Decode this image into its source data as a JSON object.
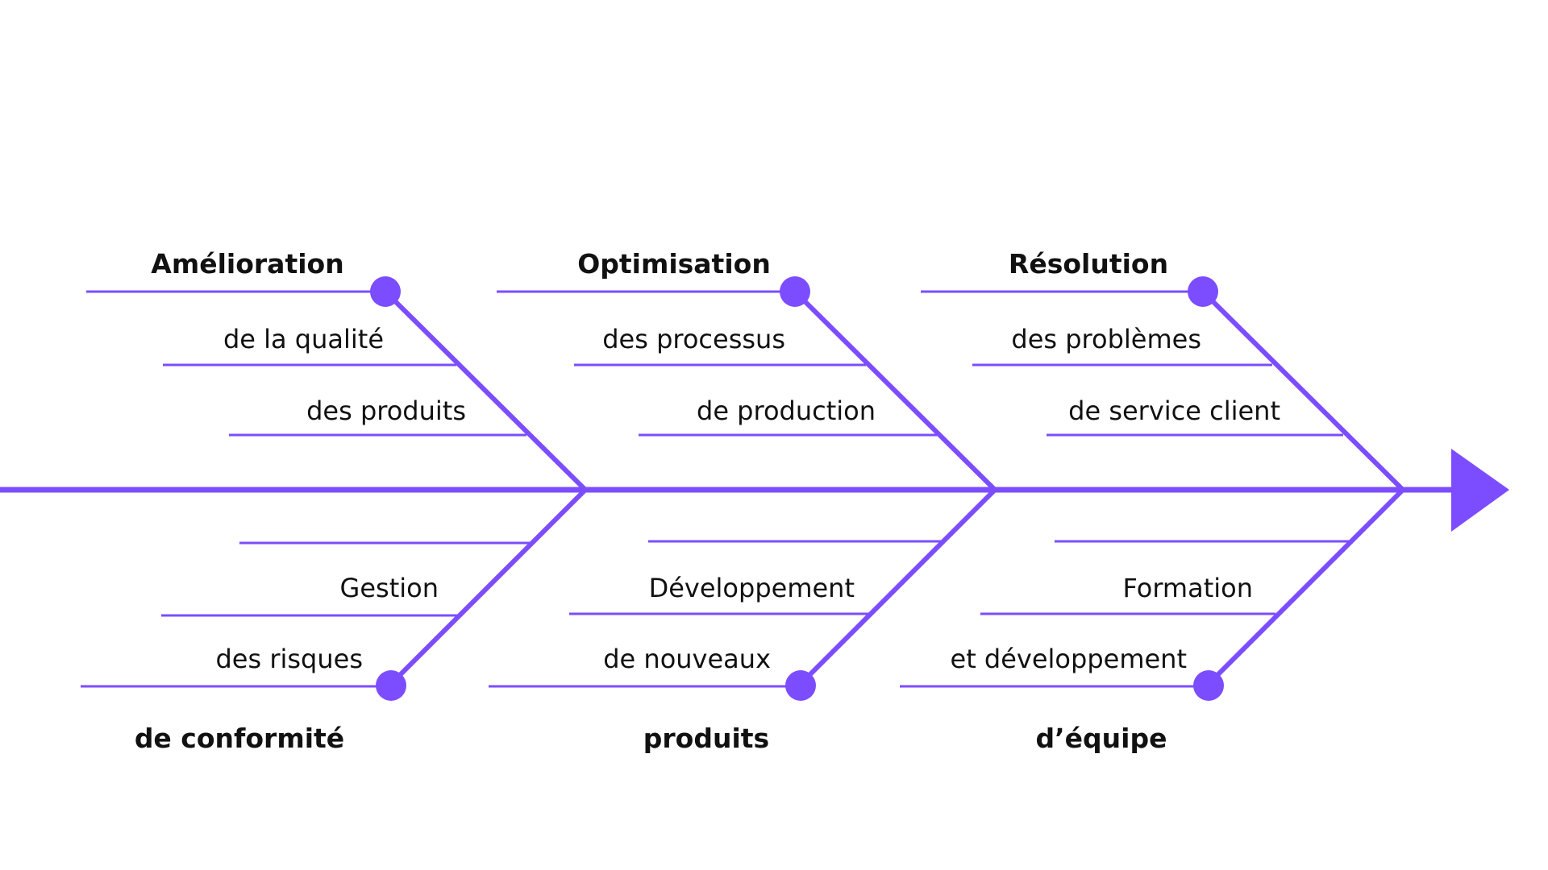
{
  "colors": {
    "accent": "#7c4dff",
    "text": "#111111",
    "background": "#ffffff"
  },
  "top": [
    {
      "title": "Amélioration",
      "line1": "de la qualité",
      "line2": "des produits"
    },
    {
      "title": "Optimisation",
      "line1": "des processus",
      "line2": "de production"
    },
    {
      "title": "Résolution",
      "line1": "des problèmes",
      "line2": "de service client"
    }
  ],
  "bottom": [
    {
      "line1": "Gestion",
      "line2": "des risques",
      "title": "de conformité"
    },
    {
      "line1": "Développement",
      "line2": "de nouveaux",
      "title": "produits"
    },
    {
      "line1": "Formation",
      "line2": "et développement",
      "title": "d’équipe"
    }
  ]
}
